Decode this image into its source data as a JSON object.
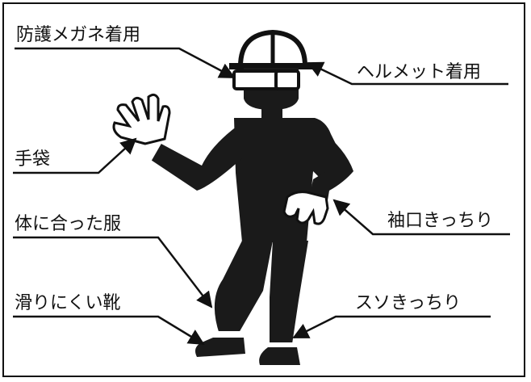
{
  "labels": {
    "goggles": "防護メガネ着用",
    "helmet": "ヘルメット着用",
    "gloves": "手袋",
    "cuffs": "袖口きっちり",
    "clothes": "体に合った服",
    "shoes": "滑りにくい靴",
    "hem": "スソきっちり"
  },
  "colors": {
    "ink": "#111111",
    "paper": "#ffffff"
  }
}
